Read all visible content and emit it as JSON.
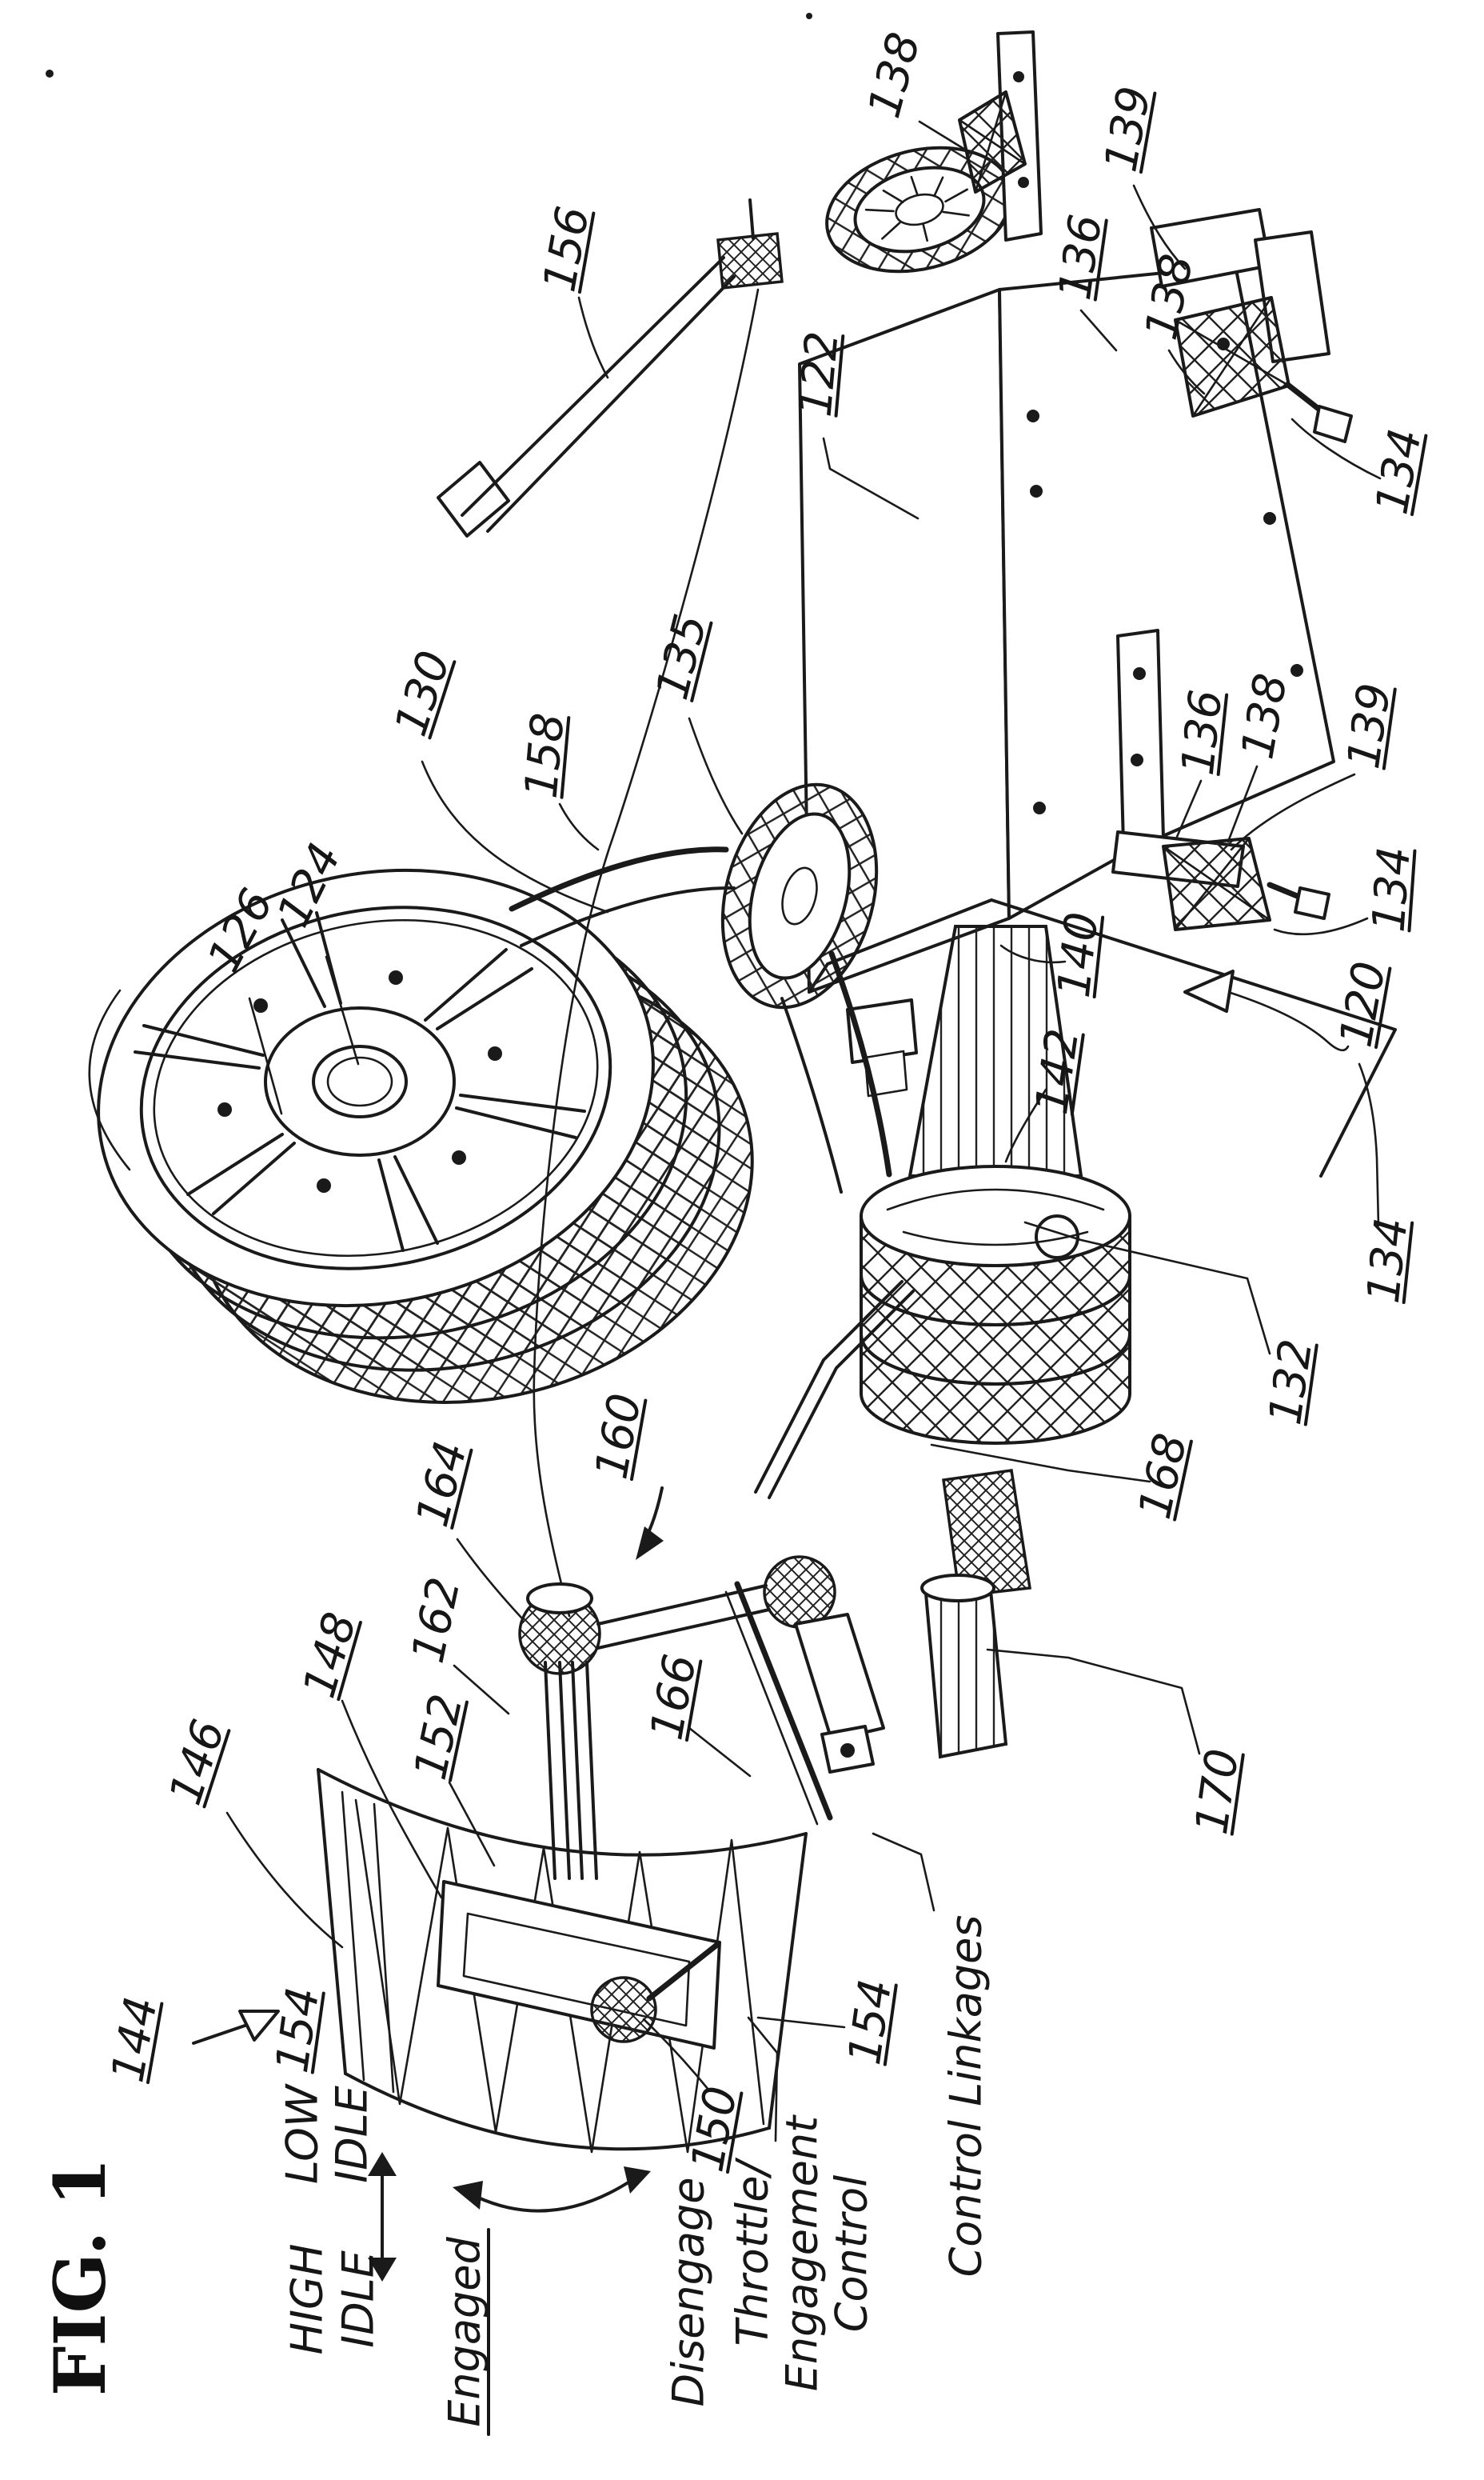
{
  "figure": {
    "label": "FIG. 1"
  },
  "annotations": {
    "low_idle": [
      "LOW",
      "IDLE"
    ],
    "high_idle": [
      "HIGH",
      "IDLE"
    ],
    "engaged": "Engaged",
    "disengage": "Disengage",
    "throttle_control": [
      "Throttle/",
      "Engagement",
      "Control"
    ],
    "control_linkages": "Control Linkages"
  },
  "callouts": {
    "n120": "120",
    "n122": "122",
    "n124": "124",
    "n126": "126",
    "n130": "130",
    "n132": "132",
    "n134a": "134",
    "n134b": "134",
    "n134c": "134",
    "n135": "135",
    "n136a": "136",
    "n136b": "136",
    "n138a": "138",
    "n138b": "138",
    "n138c": "138",
    "n139a": "139",
    "n139b": "139",
    "n140": "140",
    "n142": "142",
    "n144": "144",
    "n146": "146",
    "n148": "148",
    "n150": "150",
    "n152": "152",
    "n154a": "154",
    "n154b": "154",
    "n156": "156",
    "n158": "158",
    "n160": "160",
    "n162": "162",
    "n164": "164",
    "n166": "166",
    "n168": "168",
    "n170": "170"
  },
  "colors": {
    "ink": "#1a1a1a",
    "paper": "#ffffff"
  }
}
